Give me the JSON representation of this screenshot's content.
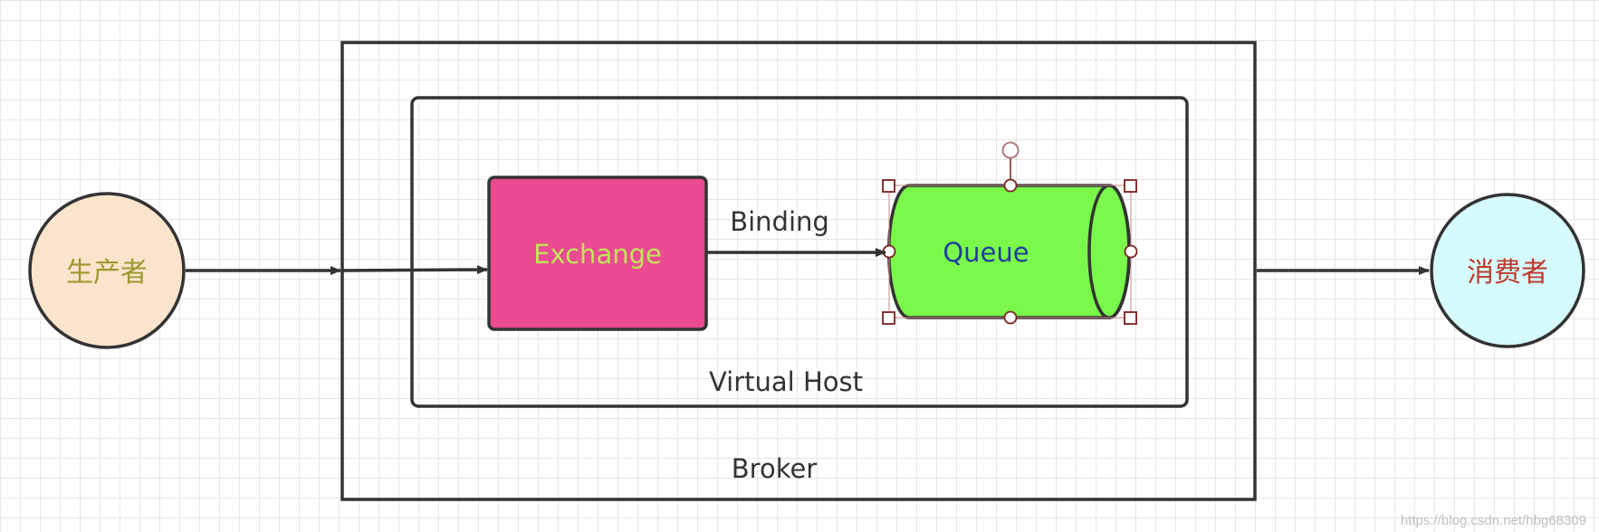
{
  "diagram": {
    "producer": {
      "label": "生产者",
      "fill": "#fae4cc",
      "text_color": "#9a9a2e"
    },
    "broker": {
      "label": "Broker"
    },
    "virtual_host": {
      "label": "Virtual Host"
    },
    "exchange": {
      "label": "Exchange",
      "fill": "#ea4b93",
      "text_color": "#c4e35a"
    },
    "binding": {
      "label": "Binding"
    },
    "queue": {
      "label": "Queue",
      "fill": "#7af94b",
      "text_color": "#1e3f9e"
    },
    "consumer": {
      "label": "消费者",
      "fill": "#d6fbfc",
      "text_color": "#c0392b"
    },
    "stroke_color": "#333333",
    "selection_color": "#7a1f1f"
  },
  "watermark": "https://blog.csdn.net/hbg68309"
}
